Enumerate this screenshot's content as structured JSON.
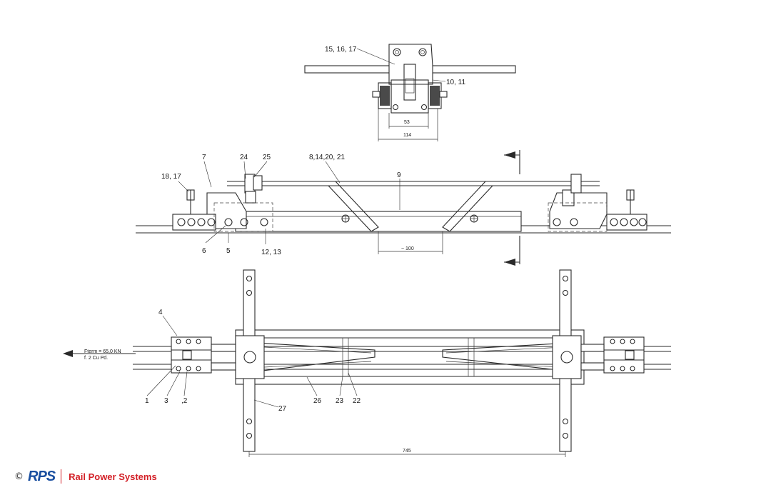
{
  "top_view": {
    "labels": {
      "parts_15_16_17": "15, 16, 17",
      "parts_10_11": "10, 11"
    },
    "dimensions": {
      "inner_width": "53",
      "outer_width": "114"
    }
  },
  "side_view": {
    "labels": {
      "part_7": "7",
      "part_24": "24",
      "part_25": "25",
      "parts_8_14_20_21": "8,14,20, 21",
      "part_9": "9",
      "parts_18_17": "18, 17",
      "part_6": "6",
      "part_5": "5",
      "parts_12_13": "12, 13"
    },
    "dimensions": {
      "span": "~ 100"
    }
  },
  "plan_view": {
    "labels": {
      "part_4": "4",
      "part_1": "1",
      "part_3": "3",
      "part_2": ",2",
      "part_27": "27",
      "part_26": "26",
      "part_23": "23",
      "part_22": "22"
    },
    "force_note": {
      "line1": "Fterm = 65,0 KN",
      "line2": "f. 2 Cu Pd."
    },
    "dimensions": {
      "overall_length": "745"
    }
  },
  "footer": {
    "copyright": "©",
    "logo_text": "RPS",
    "company": "Rail Power Systems"
  },
  "colors": {
    "line": "#2a2a2a",
    "brand_blue": "#1a4fa0",
    "brand_red": "#d32027"
  }
}
